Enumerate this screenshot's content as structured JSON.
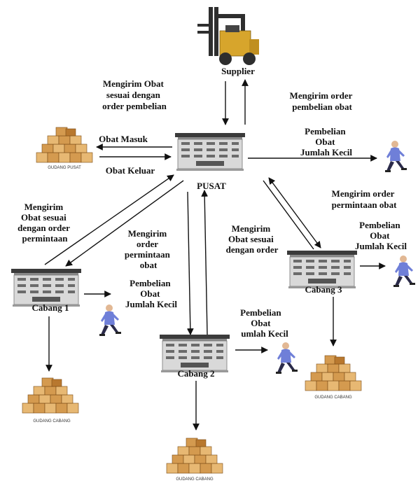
{
  "nodes": {
    "supplier": "Supplier",
    "pusat": "PUSAT",
    "cabang1": "Cabang 1",
    "cabang2": "Cabang 2",
    "cabang3": "Cabang 3",
    "gudang_pusat": "GUDANG PUSAT",
    "gudang_cabang": "GUDANG CABANG"
  },
  "labels": {
    "mengirim_obat_sesuai_order_pembelian": [
      "Mengirim Obat",
      "sesuai dengan",
      "order pembelian"
    ],
    "mengirim_order_pembelian": [
      "Mengirim order",
      "pembelian obat"
    ],
    "obat_masuk": "Obat Masuk",
    "obat_keluar": "Obat Keluar",
    "pembelian_kecil": [
      "Pembelian",
      "Obat",
      "Jumlah Kecil"
    ],
    "pembelian_kecil_c2": [
      "Pembelian",
      "Obat",
      "umlah Kecil"
    ],
    "mengirim_order_permintaan": [
      "Mengirim order",
      "permintaan obat"
    ],
    "mengirim_obat_sesuai_order_permintaan": [
      "Mengirim",
      "Obat sesuai",
      "dengan order",
      "permintaan"
    ],
    "mengirim_order_permintaan_c2": [
      "Mengirim",
      "order",
      "permintaan",
      "obat"
    ],
    "mengirim_obat_sesuai_c3": [
      "Mengirim",
      "Obat sesuai",
      "dengan order"
    ]
  },
  "colors": {
    "building_roof": "#3b3b3b",
    "building_body": "#d9d9d9",
    "building_window": "#6b6b6b",
    "box_light": "#e7b873",
    "box_dark": "#b8782f",
    "person_shirt": "#6f7fd8",
    "person_pants": "#2b2b4a",
    "forklift_body": "#d7a52c",
    "forklift_dark": "#2e2e2e"
  }
}
